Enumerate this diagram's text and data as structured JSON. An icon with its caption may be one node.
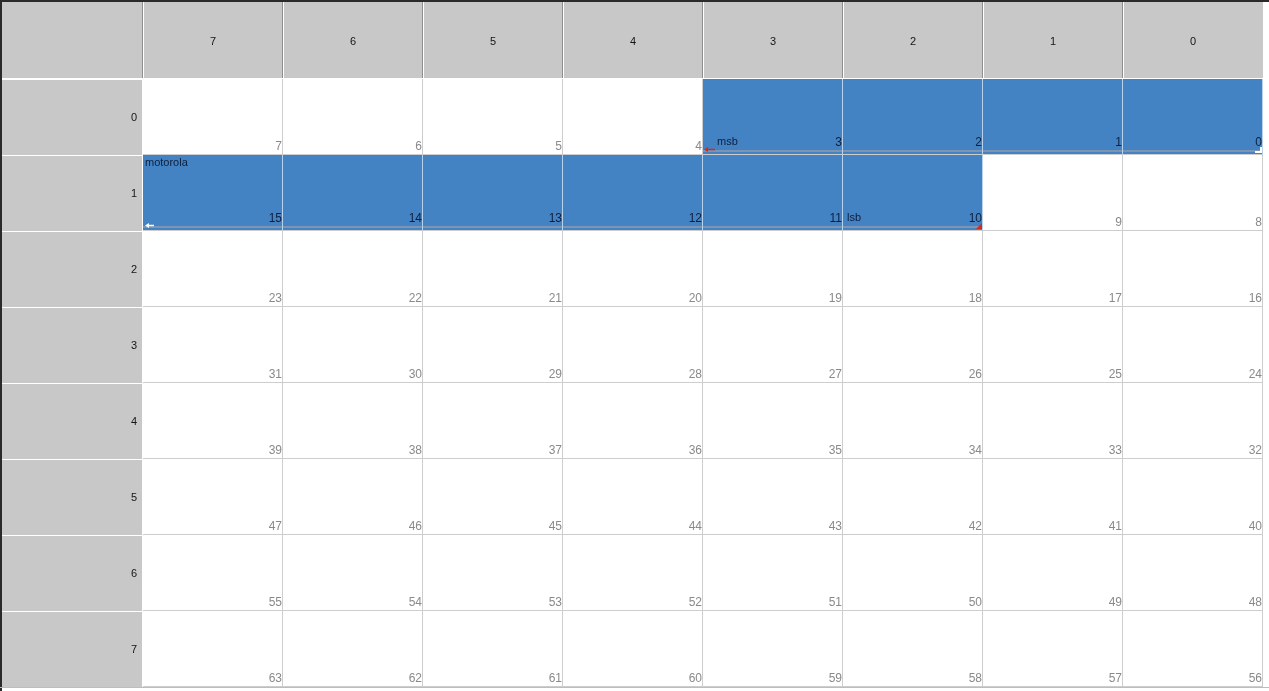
{
  "diagram": {
    "labels": [
      "7",
      "6",
      "5",
      "4",
      "3",
      "2",
      "1",
      "0",
      "0",
      "7",
      "6",
      "5",
      "4",
      "msb",
      "3",
      "2",
      "1",
      "0",
      "1",
      "motorola",
      "15",
      "14",
      "13",
      "12",
      "11",
      "lsb",
      "10",
      "9",
      "8",
      "2",
      "23",
      "22",
      "21",
      "20",
      "19",
      "18",
      "17",
      "16",
      "3",
      "31",
      "30",
      "29",
      "28",
      "27",
      "26",
      "25",
      "24",
      "4",
      "39",
      "38",
      "37",
      "36",
      "35",
      "34",
      "33",
      "32",
      "5",
      "47",
      "46",
      "45",
      "44",
      "43",
      "42",
      "41",
      "40",
      "6",
      "55",
      "54",
      "53",
      "52",
      "51",
      "50",
      "49",
      "48",
      "7",
      "63",
      "62",
      "61",
      "60",
      "59",
      "58",
      "57",
      "56"
    ]
  }
}
